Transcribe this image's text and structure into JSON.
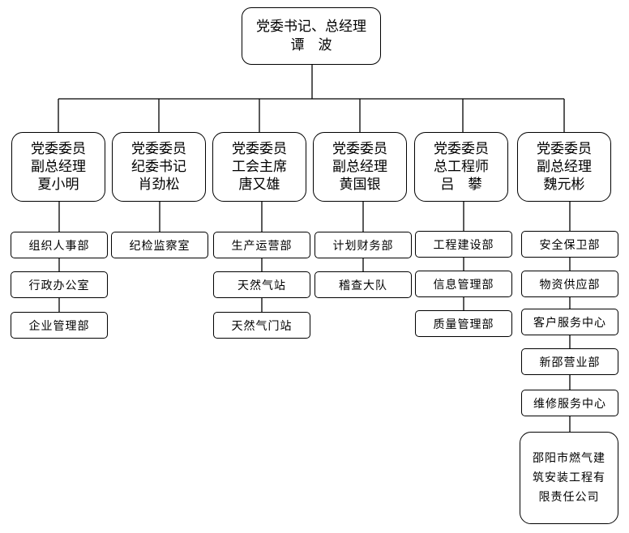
{
  "top": {
    "title": "党委书记、总经理",
    "name": "谭　波"
  },
  "leaders": [
    {
      "role_lines": [
        "党委委员",
        "副总经理"
      ],
      "name": "夏小明",
      "departments": [
        "组织人事部",
        "行政办公室",
        "企业管理部"
      ]
    },
    {
      "role_lines": [
        "党委委员",
        "纪委书记"
      ],
      "name": "肖劲松",
      "departments": [
        "纪检监察室"
      ]
    },
    {
      "role_lines": [
        "党委委员",
        "工会主席"
      ],
      "name": "唐又雄",
      "departments": [
        "生产运营部",
        "天然气站",
        "天然气门站"
      ]
    },
    {
      "role_lines": [
        "党委委员",
        "副总经理"
      ],
      "name": "黄国银",
      "departments": [
        "计划财务部",
        "稽查大队"
      ]
    },
    {
      "role_lines": [
        "党委委员",
        "总工程师"
      ],
      "name": "吕　攀",
      "departments": [
        "工程建设部",
        "信息管理部",
        "质量管理部"
      ]
    },
    {
      "role_lines": [
        "党委委员",
        "副总经理"
      ],
      "name": "魏元彬",
      "departments": [
        "安全保卫部",
        "物资供应部",
        "客户服务中心",
        "新邵营业部",
        "维修服务中心"
      ]
    }
  ],
  "subsidiary": {
    "name": "邵阳市燃气建筑安装工程有限责任公司"
  }
}
